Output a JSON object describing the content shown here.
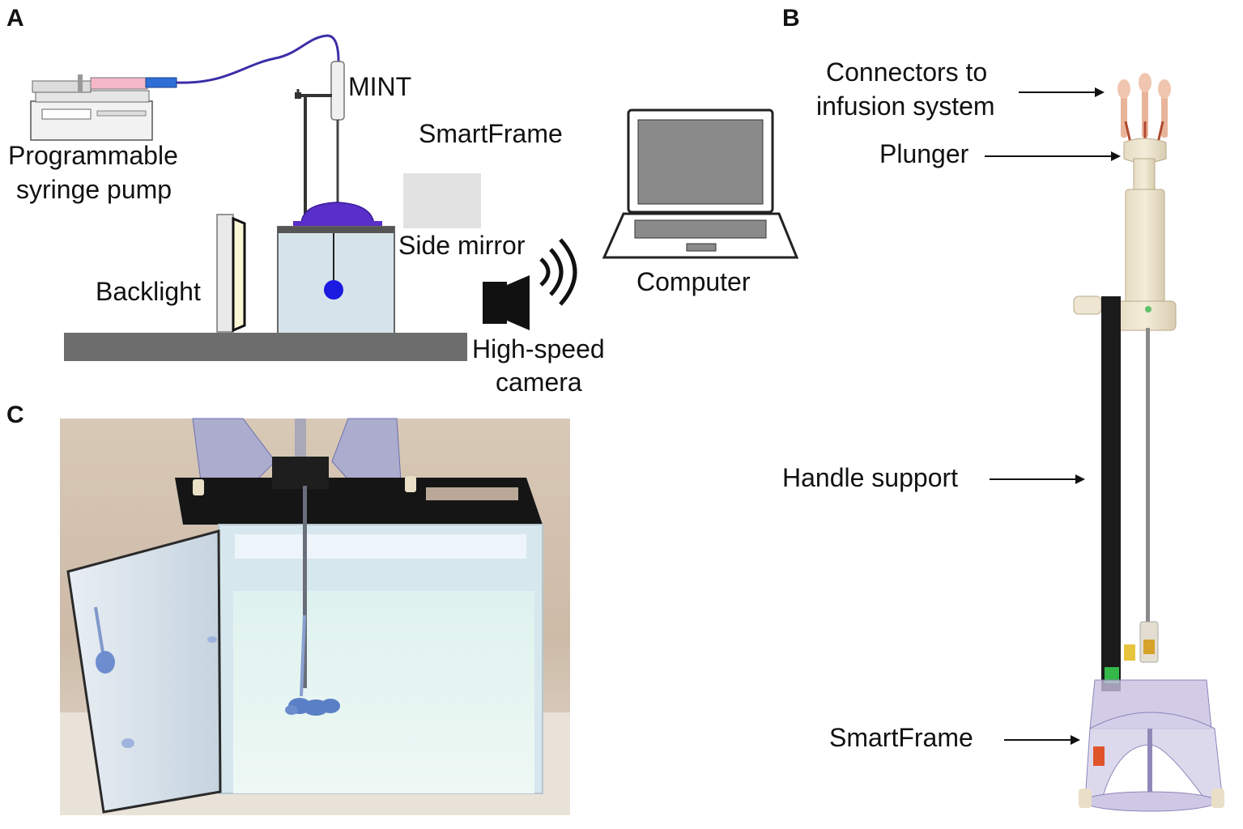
{
  "panels": {
    "a": "A",
    "b": "B",
    "c": "C"
  },
  "panel_a": {
    "mint": "MINT",
    "smartframe": "SmartFrame",
    "pump_line1": "Programmable",
    "pump_line2": "syringe pump",
    "side_mirror": "Side mirror",
    "backlight": "Backlight",
    "computer": "Computer",
    "camera_line1": "High-speed",
    "camera_line2": "camera"
  },
  "panel_b": {
    "connectors_line1": "Connectors to",
    "connectors_line2": "infusion system",
    "plunger": "Plunger",
    "handle_support": "Handle support",
    "smartframe": "SmartFrame"
  },
  "colors": {
    "mint_dome": "#5a2ec8",
    "infusion_dot": "#1a1ae0",
    "tubing": "#3b2ea8",
    "platform": "#6d6d6d",
    "tank_fill": "#d7e3ea",
    "mirror_gray": "#e2e2e2",
    "backlight_glow": "#fbf6d6",
    "stain_blue": "#5b7fc6"
  }
}
